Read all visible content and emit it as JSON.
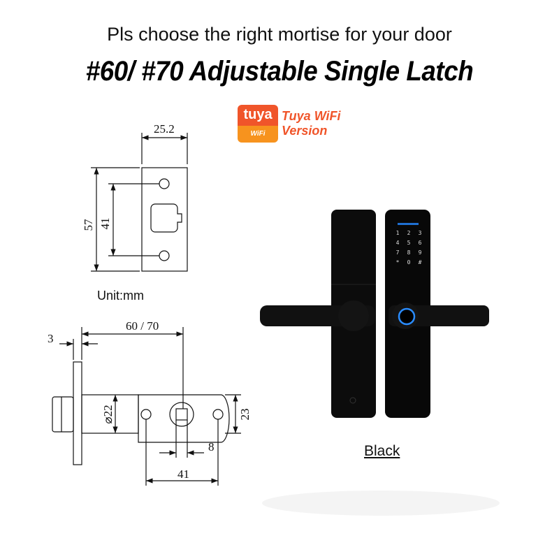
{
  "header": {
    "subtitle": "Pls choose the right mortise for your door",
    "title": "#60/ #70 Adjustable Single Latch"
  },
  "badge": {
    "logo_text": "tuya",
    "logo_sub": "WiFi Version",
    "line1": "Tuya WiFi",
    "line2": "Version",
    "colors": {
      "primary": "#f0552a",
      "secondary": "#f7931e"
    }
  },
  "diagram": {
    "unit": "Unit:mm",
    "faceplate": {
      "width": "25.2",
      "height": "57",
      "hole_spacing": "41"
    },
    "latch": {
      "backset": "60 / 70",
      "faceplate_thickness": "3",
      "diameter": "⌀22",
      "height": "23",
      "spindle": "8",
      "hole_spacing": "41"
    }
  },
  "product": {
    "color_label": "Black",
    "keypad": [
      "1",
      "2",
      "3",
      "4",
      "5",
      "6",
      "7",
      "8",
      "9",
      "*",
      "0",
      "#"
    ],
    "fingerprint_ring_color": "#2a8cff"
  }
}
